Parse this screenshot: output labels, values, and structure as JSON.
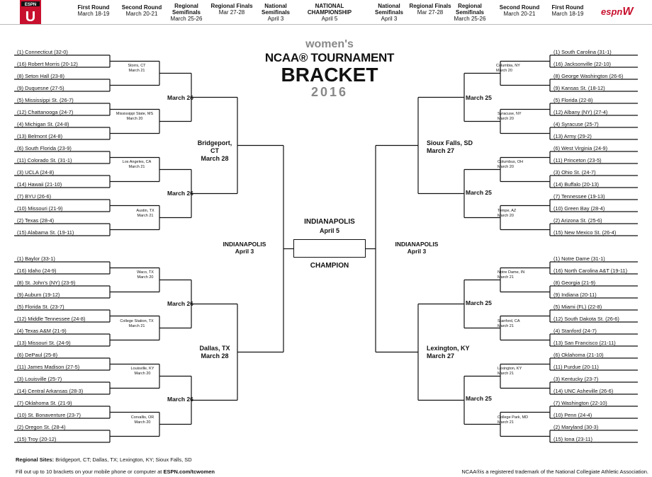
{
  "header": {
    "rounds_left": [
      {
        "name": "First Round",
        "dates": "March 18-19"
      },
      {
        "name": "Second Round",
        "dates": "March 20-21"
      },
      {
        "name": "Regional Semifinals",
        "dates": "March 25-26"
      },
      {
        "name": "Regional Finals",
        "dates": "Mar 27-28"
      },
      {
        "name": "National Semifinals",
        "dates": "April 3"
      }
    ],
    "championship": {
      "name": "NATIONAL CHAMPIONSHIP",
      "dates": "April 5"
    },
    "rounds_right": [
      {
        "name": "National Semifinals",
        "dates": "April 3"
      },
      {
        "name": "Regional Finals",
        "dates": "Mar 27-28"
      },
      {
        "name": "Regional Semifinals",
        "dates": "March 25-26"
      },
      {
        "name": "Second Round",
        "dates": "March 20-21"
      },
      {
        "name": "First Round",
        "dates": "March 18-19"
      }
    ],
    "logo_left": "ESPN U",
    "logo_right": "espnW"
  },
  "title": {
    "women": "women's",
    "line1": "NCAA® TOURNAMENT",
    "line2": "BRACKET",
    "year": "2016"
  },
  "left_top": {
    "teams": [
      "(1) Connecticut (32-0)",
      "(16) Robert Morris (20-12)",
      "(8) Seton Hall (23-8)",
      "(9) Duquesne (27-5)",
      "(5) Mississippi St. (26-7)",
      "(12) Chattanooga (24-7)",
      "(4) Michigan St. (24-8)",
      "(13) Belmont (24-8)",
      "(6) South Florida (23-9)",
      "(11) Colorado St. (31-1)",
      "(3) UCLA (24-8)",
      "(14) Hawaii (21-10)",
      "(7) BYU (26-6)",
      "(10) Missouri (21-9)",
      "(2) Texas (28-4)",
      "(15) Alabama St. (19-11)"
    ],
    "sites": [
      {
        "city": "Storrs, CT",
        "date": "March 21"
      },
      {
        "city": "Mississippi State, MS",
        "date": "March 20"
      },
      {
        "city": "Los Angeles, CA",
        "date": "March 21"
      },
      {
        "city": "Austin, TX",
        "date": "March 21"
      }
    ],
    "r3": [
      "March 26",
      "March 26"
    ],
    "region": {
      "city": "Bridgeport, CT",
      "date": "March 28"
    }
  },
  "left_bottom": {
    "teams": [
      "(1) Baylor (33-1)",
      "(16) Idaho (24-9)",
      "(8) St. John's (NY) (23-9)",
      "(9) Auburn (19-12)",
      "(5) Florida St. (23-7)",
      "(12) Middle Tennessee (24-8)",
      "(4) Texas A&M (21-9)",
      "(13) Missouri St. (24-9)",
      "(6) DePaul (25-8)",
      "(11) James Madison (27-5)",
      "(3) Louisville (25-7)",
      "(14) Central Arkansas (28-3)",
      "(7) Oklahoma St. (21-9)",
      "(10) St. Bonaventure (23-7)",
      "(2) Oregon St. (28-4)",
      "(15) Troy (20-12)"
    ],
    "sites": [
      {
        "city": "Waco, TX",
        "date": "March 20"
      },
      {
        "city": "College Station, TX",
        "date": "March 21"
      },
      {
        "city": "Louisville, KY",
        "date": "March 20"
      },
      {
        "city": "Corvallis, OR",
        "date": "March 20"
      }
    ],
    "r3": [
      "March 26",
      "March 26"
    ],
    "region": {
      "city": "Dallas, TX",
      "date": "March 28"
    }
  },
  "right_top": {
    "teams": [
      "(1) South Carolina (31-1)",
      "(16) Jacksonville (22-10)",
      "(8) George Washington (26-6)",
      "(9) Kansas St. (18-12)",
      "(5) Florida (22-8)",
      "(12) Albany (NY) (27-4)",
      "(4) Syracuse (25-7)",
      "(13) Army (29-2)",
      "(6) West Virginia (24-9)",
      "(11) Princeton (23-5)",
      "(3) Ohio St. (24-7)",
      "(14) Buffalo (20-13)",
      "(7) Tennessee (19-13)",
      "(10) Green Bay (28-4)",
      "(2) Arizona St. (25-6)",
      "(15) New Mexico St. (26-4)"
    ],
    "sites": [
      {
        "city": "Columbia, NY",
        "date": "March 20"
      },
      {
        "city": "Syracuse, NY",
        "date": "March 20"
      },
      {
        "city": "Columbus, OH",
        "date": "March 20"
      },
      {
        "city": "Tempe, AZ",
        "date": "March 20"
      }
    ],
    "r3": [
      "March 25",
      "March 25"
    ],
    "region": {
      "city": "Sioux Falls, SD",
      "date": "March 27"
    }
  },
  "right_bottom": {
    "teams": [
      "(1) Notre Dame (31-1)",
      "(16) North Carolina A&T (19-11)",
      "(8) Georgia (21-9)",
      "(9) Indiana (20-11)",
      "(5) Miami (FL) (22-8)",
      "(12) South Dakota St. (26-6)",
      "(4) Stanford (24-7)",
      "(13) San Francisco (21-11)",
      "(6) Oklahoma (21-10)",
      "(11) Purdue (20-11)",
      "(3) Kentucky (23-7)",
      "(14) UNC Asheville (26-6)",
      "(7) Washington (22-10)",
      "(10) Penn (24-4)",
      "(2) Maryland (30-3)",
      "(15) Iona (23-11)"
    ],
    "sites": [
      {
        "city": "Notre Dame, IN",
        "date": "March 21"
      },
      {
        "city": "Stanford, CA",
        "date": "March 21"
      },
      {
        "city": "Lexington, KY",
        "date": "March 21"
      },
      {
        "city": "College Park, MD",
        "date": "March 21"
      }
    ],
    "r3": [
      "March 25",
      "March 25"
    ],
    "region": {
      "city": "Lexington, KY",
      "date": "March 27"
    }
  },
  "semis": {
    "left": {
      "city": "INDIANAPOLIS",
      "date": "April 3"
    },
    "right": {
      "city": "INDIANAPOLIS",
      "date": "April 3"
    }
  },
  "final": {
    "city": "INDIANAPOLIS",
    "date": "April 5",
    "label": "CHAMPION"
  },
  "footer": {
    "regional_label": "Regional Sites:",
    "regional_sites": "Bridgeport, CT; Dallas, TX; Lexington, KY; Sioux Falls, SD",
    "fill_out": "Fill out up to 10 brackets on your mobile phone or computer at",
    "url": "ESPN.com/tcwomen",
    "trademark": "NCAA®is a registered trademark of the National Collegiate Athletic Association."
  }
}
